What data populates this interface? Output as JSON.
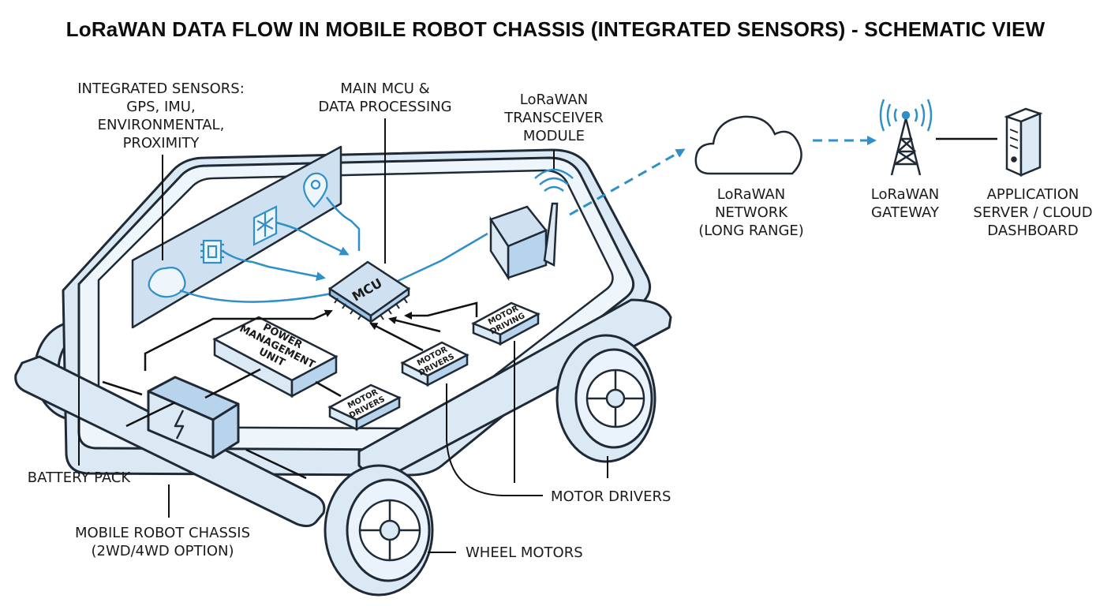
{
  "title": "LoRaWAN DATA FLOW IN MOBILE ROBOT CHASSIS (INTEGRATED SENSORS) - SCHEMATIC VIEW",
  "labels": {
    "sensors": [
      "INTEGRATED SENSORS:",
      "GPS, IMU,",
      "ENVIRONMENTAL,",
      "PROXIMITY"
    ],
    "mcu": [
      "MAIN MCU &",
      "DATA PROCESSING"
    ],
    "transceiver": [
      "LoRaWAN",
      "TRANSCEIVER",
      "MODULE"
    ],
    "network": [
      "LoRaWAN",
      "NETWORK",
      "(LONG RANGE)"
    ],
    "gateway": [
      "LoRaWAN",
      "GATEWAY"
    ],
    "server": [
      "APPLICATION",
      "SERVER / CLOUD",
      "DASHBOARD"
    ],
    "battery": "BATTERY PACK",
    "chassis": [
      "MOBILE ROBOT CHASSIS",
      "(2WD/4WD OPTION)"
    ],
    "motor_drivers": "MOTOR DRIVERS",
    "wheel_motors": "WHEEL MOTORS"
  },
  "components": {
    "mcu_chip": "MCU",
    "pmu": [
      "POWER",
      "MANAGEMENT",
      "UNIT"
    ],
    "motor_driver_1": [
      "MOTOR",
      "DRIVERS"
    ],
    "motor_driver_2": [
      "MOTOR",
      "DRIVERS"
    ],
    "motor_driver_3": [
      "MOTOR",
      "DRIVING"
    ]
  },
  "colors": {
    "accent": "#2f8fc7",
    "fill_light": "#dbe9f5",
    "fill_mid": "#b8d4ec",
    "outline": "#1f2a36"
  },
  "icons": [
    "cloud-icon",
    "radio-tower-icon",
    "server-icon",
    "wifi-signal-icon",
    "gps-pin-icon",
    "chip-icon",
    "compass-icon",
    "battery-icon"
  ]
}
